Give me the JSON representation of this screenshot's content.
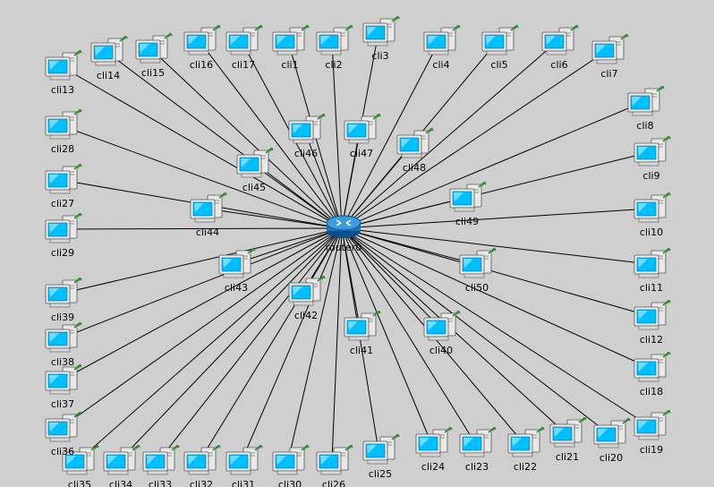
{
  "router": {
    "label": "router0"
  },
  "clients": [
    {
      "label": "cli13"
    },
    {
      "label": "cli14"
    },
    {
      "label": "cli15"
    },
    {
      "label": "cli16"
    },
    {
      "label": "cli17"
    },
    {
      "label": "cli1"
    },
    {
      "label": "cli2"
    },
    {
      "label": "cli3"
    },
    {
      "label": "cli4"
    },
    {
      "label": "cli5"
    },
    {
      "label": "cli6"
    },
    {
      "label": "cli7"
    },
    {
      "label": "cli8"
    },
    {
      "label": "cli9"
    },
    {
      "label": "cli10"
    },
    {
      "label": "cli11"
    },
    {
      "label": "cli12"
    },
    {
      "label": "cli18"
    },
    {
      "label": "cli19"
    },
    {
      "label": "cli20"
    },
    {
      "label": "cli21"
    },
    {
      "label": "cli22"
    },
    {
      "label": "cli23"
    },
    {
      "label": "cli24"
    },
    {
      "label": "cli25"
    },
    {
      "label": "cli26"
    },
    {
      "label": "cli30"
    },
    {
      "label": "cli31"
    },
    {
      "label": "cli32"
    },
    {
      "label": "cli33"
    },
    {
      "label": "cli34"
    },
    {
      "label": "cli35"
    },
    {
      "label": "cli36"
    },
    {
      "label": "cli37"
    },
    {
      "label": "cli38"
    },
    {
      "label": "cli39"
    },
    {
      "label": "cli29"
    },
    {
      "label": "cli27"
    },
    {
      "label": "cli28"
    },
    {
      "label": "cli44"
    },
    {
      "label": "cli45"
    },
    {
      "label": "cli46"
    },
    {
      "label": "cli47"
    },
    {
      "label": "cli48"
    },
    {
      "label": "cli49"
    },
    {
      "label": "cli50"
    },
    {
      "label": "cli40"
    },
    {
      "label": "cli41"
    },
    {
      "label": "cli42"
    },
    {
      "label": "cli43"
    }
  ],
  "colors": {
    "screen": "#00bfff",
    "case": "#e8e8e8",
    "router": "#1e73be",
    "link": "#000000",
    "status": "#2e8b2e"
  },
  "icons": {
    "client": "desktop-computer-icon",
    "router": "router-icon"
  }
}
